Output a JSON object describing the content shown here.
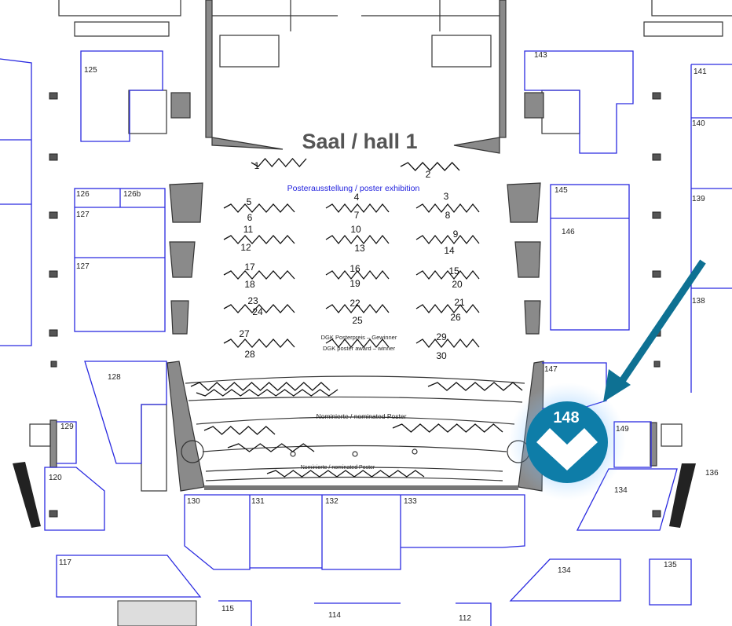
{
  "map": {
    "hall_title": "Saal / hall 1",
    "poster_exhibition_label": "Posterausstellung / poster exhibition",
    "award_label_de": "DGK Posterpreis – Gewinner",
    "award_label_en": "DGK poster award – winner",
    "nominated_label_1": "Nominierte / nominated Poster",
    "nominated_label_2": "Nominierte / nominated Poster",
    "posters": [
      "1",
      "2",
      "3",
      "4",
      "5",
      "6",
      "7",
      "8",
      "9",
      "10",
      "11",
      "12",
      "13",
      "14",
      "15",
      "16",
      "17",
      "18",
      "19",
      "20",
      "21",
      "22",
      "23",
      "24",
      "25",
      "26",
      "27",
      "28",
      "29",
      "30"
    ],
    "rooms": [
      "125",
      "143",
      "141",
      "140",
      "139",
      "138",
      "126",
      "126b",
      "127",
      "127",
      "145",
      "146",
      "128",
      "147",
      "149",
      "129",
      "120",
      "134",
      "136",
      "130",
      "131",
      "132",
      "133",
      "117",
      "134",
      "135",
      "115",
      "114",
      "112"
    ],
    "highlight": {
      "room": "148",
      "icon": "check-marker-icon",
      "color": "#0e7da8",
      "arrow_color": "#0e7193"
    },
    "colors": {
      "room_outline": "#2a2ae0",
      "wall": "#8a8a8a"
    }
  }
}
